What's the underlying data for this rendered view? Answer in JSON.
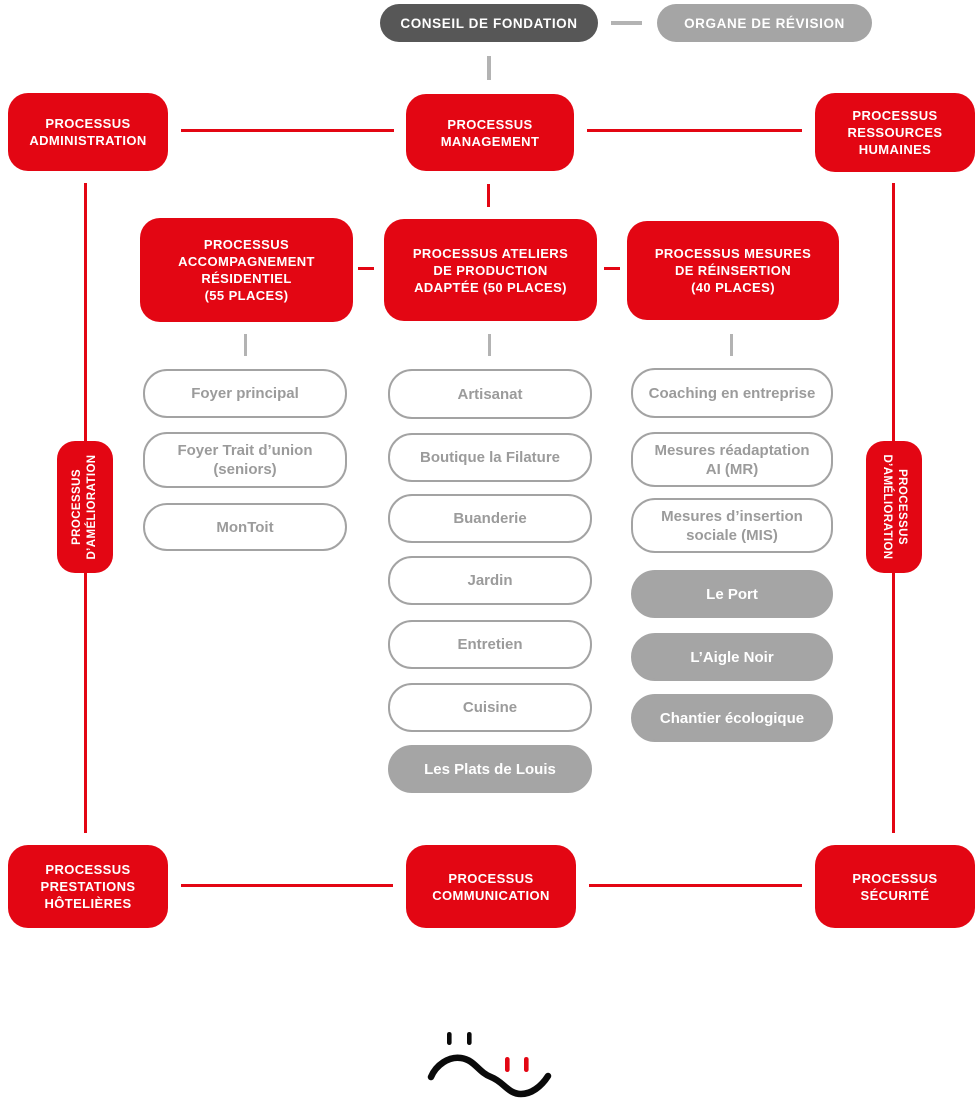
{
  "palette": {
    "red": "#e30613",
    "dark_gray": "#575757",
    "mid_gray": "#a5a5a5",
    "item_border": "#a3a3a3",
    "item_text": "#9b9b9b",
    "line_gray": "#b3b3b3",
    "logo_black": "#0a0a0a"
  },
  "governance": {
    "conseil": "CONSEIL DE FONDATION",
    "organe": "ORGANE DE RÉVISION"
  },
  "management_row": {
    "administration": "PROCESSUS\nADMINISTRATION",
    "management": "PROCESSUS\nMANAGEMENT",
    "ressources_humaines": "PROCESSUS\nRESSOURCES\nHUMAINES"
  },
  "core_row": {
    "accompagnement": "PROCESSUS\nACCOMPAGNEMENT\nRÉSIDENTIEL\n(55 PLACES)",
    "ateliers": "PROCESSUS ATELIERS\nDE PRODUCTION\nADAPTÉE (50 PLACES)",
    "mesures": "PROCESSUS MESURES\nDE RÉINSERTION\n(40 PLACES)"
  },
  "improvement": {
    "left": "PROCESSUS\nD’AMÉLIORATION",
    "right": "PROCESSUS\nD’AMÉLIORATION"
  },
  "support_row": {
    "prestations": "PROCESSUS\nPRESTATIONS\nHÔTELIÈRES",
    "communication": "PROCESSUS\nCOMMUNICATION",
    "securite": "PROCESSUS\nSÉCURITÉ"
  },
  "columns": {
    "accompagnement_items": [
      {
        "label": "Foyer principal",
        "style": "outline"
      },
      {
        "label": "Foyer Trait d’union\n(seniors)",
        "style": "outline"
      },
      {
        "label": "MonToit",
        "style": "outline"
      }
    ],
    "ateliers_items": [
      {
        "label": "Artisanat",
        "style": "outline"
      },
      {
        "label": "Boutique la Filature",
        "style": "outline"
      },
      {
        "label": "Buanderie",
        "style": "outline"
      },
      {
        "label": "Jardin",
        "style": "outline"
      },
      {
        "label": "Entretien",
        "style": "outline"
      },
      {
        "label": "Cuisine",
        "style": "outline"
      },
      {
        "label": "Les Plats de Louis",
        "style": "filled"
      }
    ],
    "mesures_items": [
      {
        "label": "Coaching en entreprise",
        "style": "outline"
      },
      {
        "label": "Mesures réadaptation\nAI (MR)",
        "style": "outline"
      },
      {
        "label": "Mesures d’insertion\nsociale (MIS)",
        "style": "outline"
      },
      {
        "label": "Le Port",
        "style": "filled"
      },
      {
        "label": "L’Aigle Noir",
        "style": "filled"
      },
      {
        "label": "Chantier écologique",
        "style": "filled"
      }
    ]
  },
  "logo": {
    "name": "wave-faces-logo"
  }
}
